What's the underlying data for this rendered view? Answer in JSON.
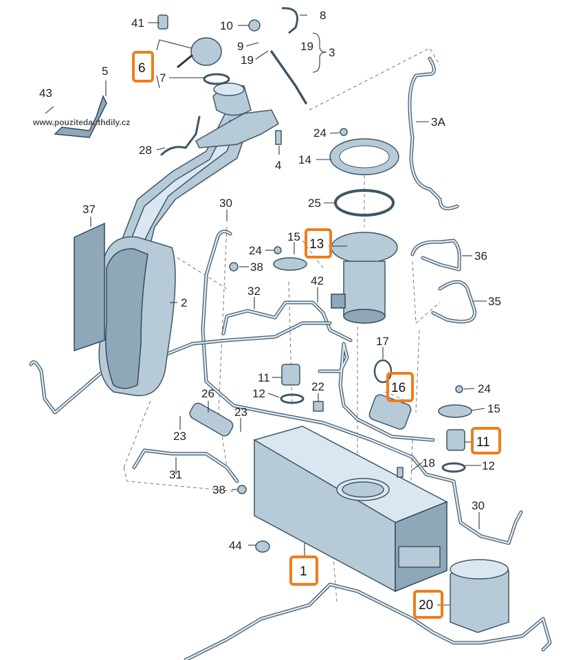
{
  "watermark": "www.pouzitedauthdily.cz",
  "highlight_color": "#f07c1a",
  "part_color": "#b6cad8",
  "labels": {
    "l41": "41",
    "l10": "10",
    "l8": "8",
    "l9": "9",
    "l19a": "19",
    "l19b": "19",
    "l3": "3",
    "l6": "6",
    "l7": "7",
    "l5": "5",
    "l43": "43",
    "l3a": "3A",
    "l24a": "24",
    "l14": "14",
    "l28": "28",
    "l4": "4",
    "l25": "25",
    "l37": "37",
    "l30a": "30",
    "l15a": "15",
    "l13": "13",
    "l36": "36",
    "l24b": "24",
    "l38a": "38",
    "l42": "42",
    "l2": "2",
    "l32": "32",
    "l35": "35",
    "l17": "17",
    "l11a": "11",
    "l16": "16",
    "l12a": "12",
    "l22": "22",
    "l26": "26",
    "l24c": "24",
    "l15b": "15",
    "l23a": "23",
    "l23b": "23",
    "l11b": "11",
    "l18": "18",
    "l12b": "12",
    "l31": "31",
    "l38b": "38",
    "l30b": "30",
    "l44": "44",
    "l1": "1",
    "l20": "20"
  }
}
